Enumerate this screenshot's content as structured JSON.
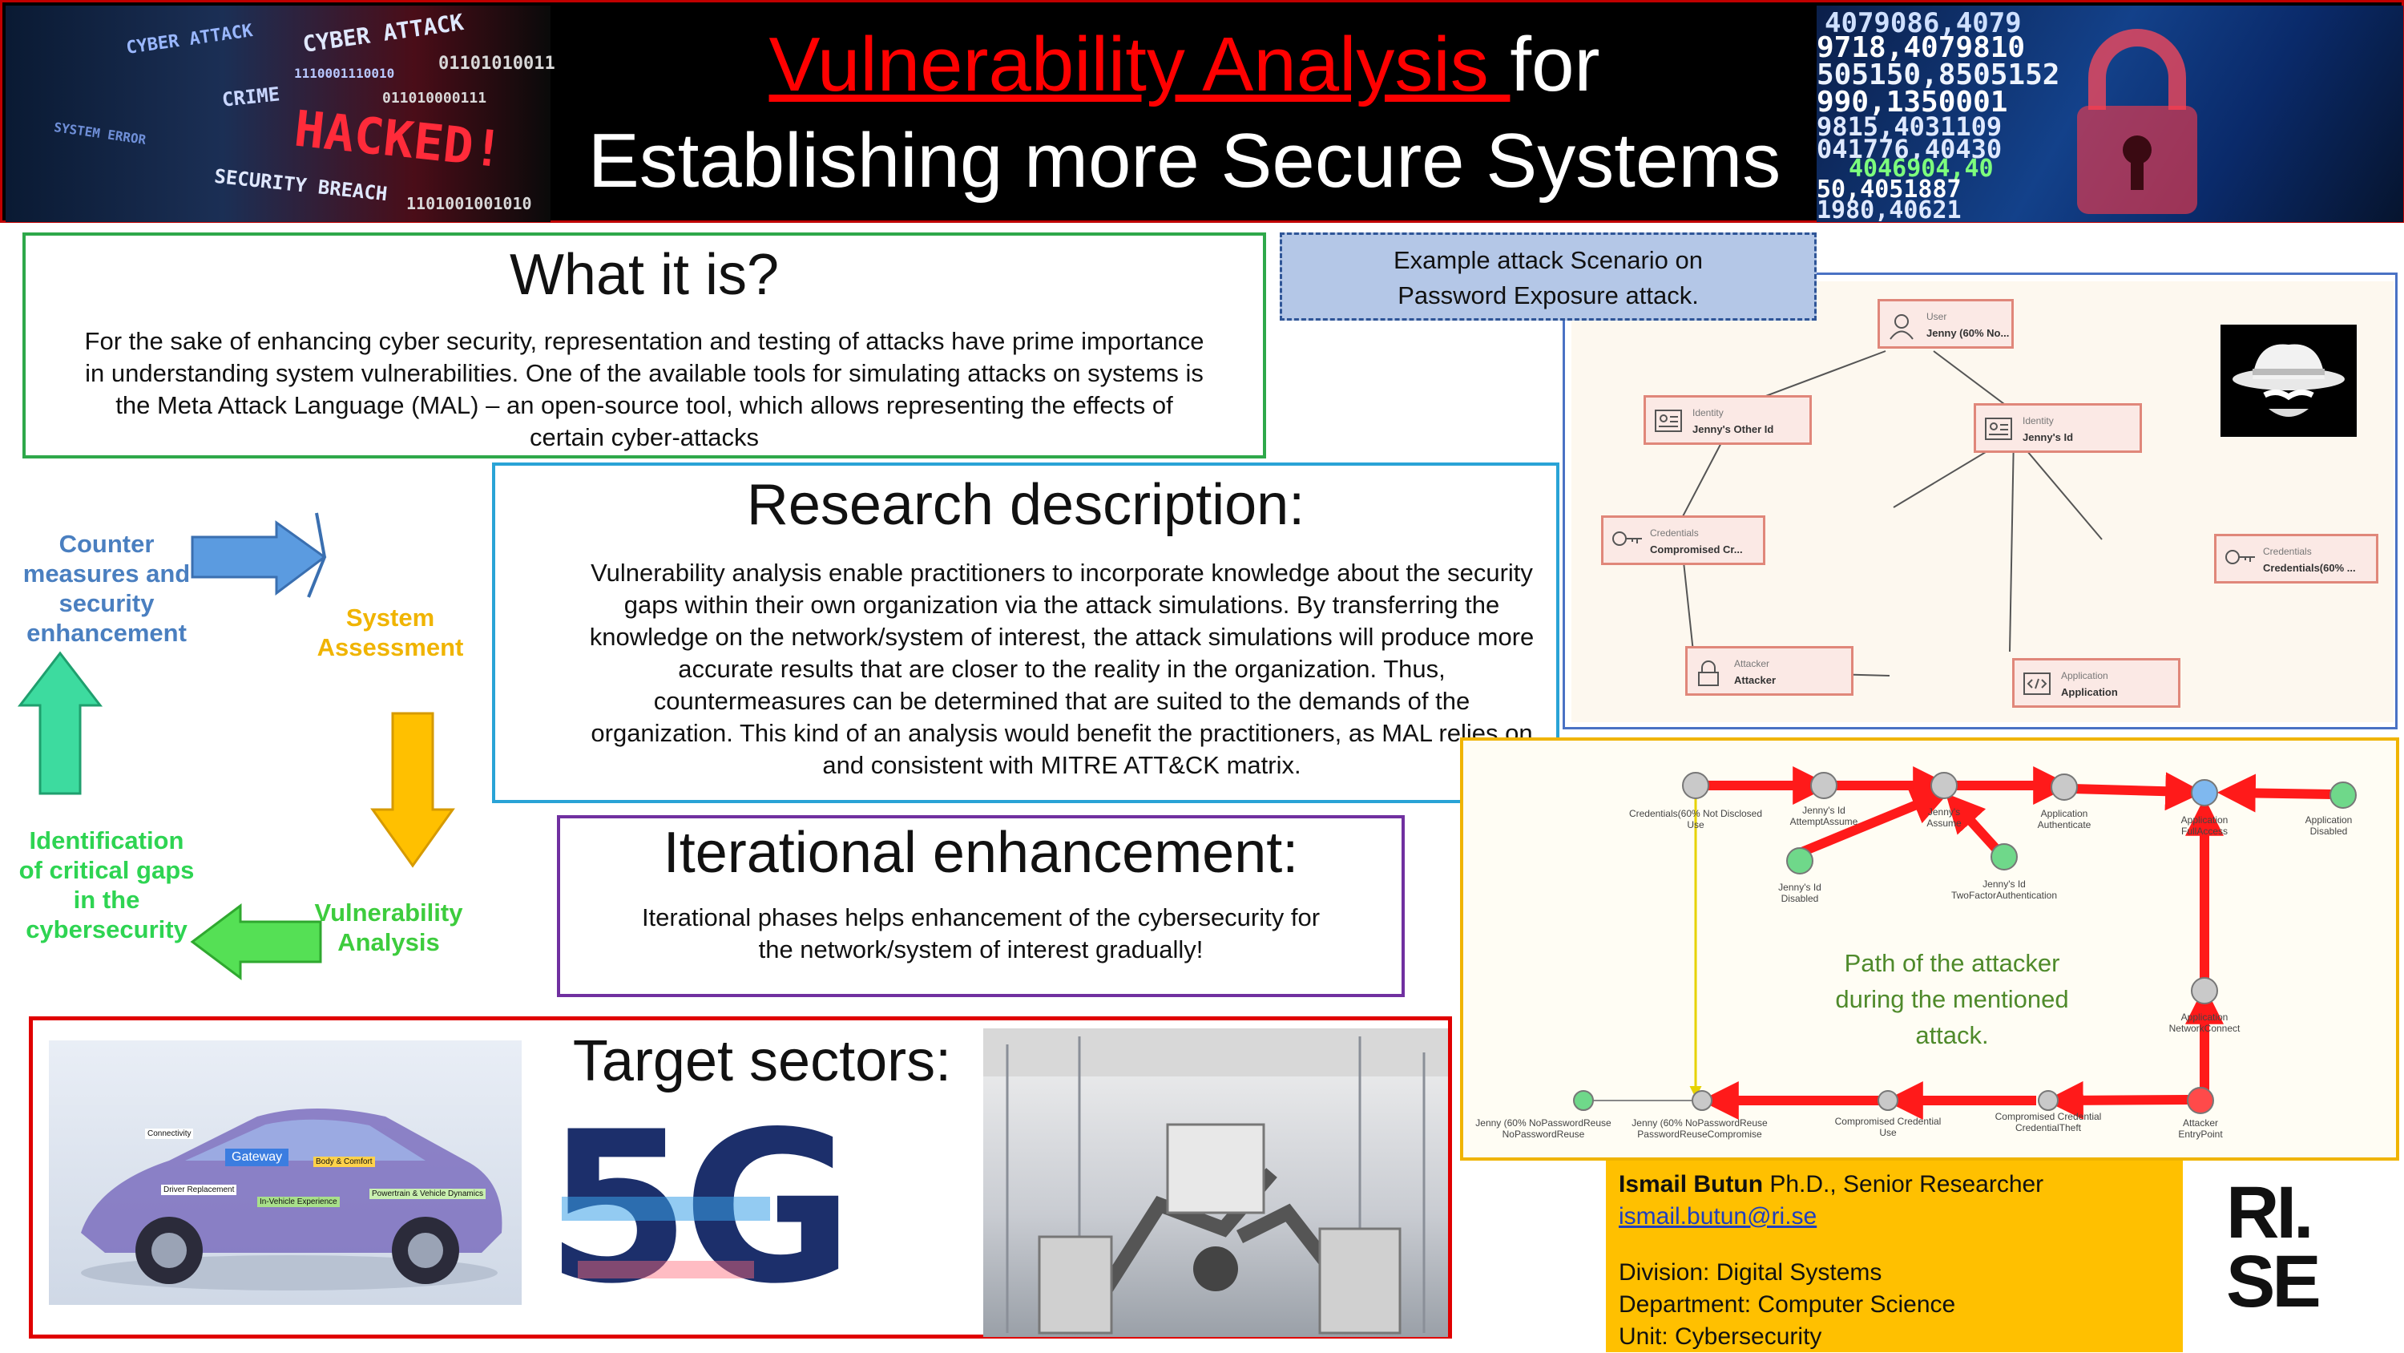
{
  "header": {
    "title_red": "Vulnerability Analysis ",
    "title_rest_line1": "for",
    "title_line2": "Establishing more Secure Systems",
    "left_image_words": [
      "CYBER ATTACK",
      "CYBER ATTACK",
      "CRIME",
      "HACKED!",
      "SECURITY BREACH",
      "SYSTEM ERROR",
      "01101010011",
      "1110001110010",
      "011010000111",
      "1101001001010"
    ],
    "right_image_numbers": [
      "4079086,4079",
      "9718,4079810",
      "505150,8505152",
      "990,1350001",
      "9815,4031109",
      "041776,40430",
      "4046904,40",
      "50,4051887",
      "1980,40621"
    ]
  },
  "what": {
    "title": "What it is?",
    "text": "For the sake of enhancing cyber security, representation and testing of attacks have prime importance in understanding system vulnerabilities. One of the available tools for simulating attacks on systems is the Meta Attack Language (MAL) – an open-source tool, which allows representing the effects of certain cyber-attacks"
  },
  "research": {
    "title": "Research description:",
    "text": "Vulnerability analysis enable practitioners to incorporate knowledge about the security gaps within their own organization via the attack simulations. By transferring the knowledge on the network/system  of interest, the attack simulations will produce more accurate results that are closer to the reality in the organization. Thus, countermeasures can be determined that are suited to the demands of the organization. This kind of an analysis would benefit the practitioners, as MAL relies on and consistent with MITRE ATT&CK matrix."
  },
  "iterational": {
    "title": "Iterational enhancement:",
    "text": "Iterational phases helps enhancement of the cybersecurity for the network/system of interest gradually!"
  },
  "cycle": {
    "counter": "Counter measures and security enhancement",
    "system": "System Assessment",
    "vuln": "Vulnerability Analysis",
    "ident": "Identification of critical gaps in the cybersecurity"
  },
  "target": {
    "title": "Target sectors:",
    "car_labels": [
      "Connectivity",
      "Gateway",
      "Body & Comfort",
      "Driver Replacement",
      "In-Vehicle Experience",
      "Powertrain & Vehicle Dynamics"
    ],
    "fiveg": "5G"
  },
  "scenario": {
    "label": "Example attack Scenario on Password Exposure attack.",
    "nodes": {
      "user": {
        "type": "User",
        "name": "Jenny (60% No..."
      },
      "id_other": {
        "type": "Identity",
        "name": "Jenny's Other Id"
      },
      "id_jenny": {
        "type": "Identity",
        "name": "Jenny's Id"
      },
      "cred_comp": {
        "type": "Credentials",
        "name": "Compromised Cr..."
      },
      "cred_60": {
        "type": "Credentials",
        "name": "Credentials(60% ..."
      },
      "attacker": {
        "type": "Attacker",
        "name": "Attacker"
      },
      "app": {
        "type": "Application",
        "name": "Application"
      }
    }
  },
  "path": {
    "caption": "Path of the attacker during the mentioned attack.",
    "labels": {
      "cred_use": "Credentials(60% Not Disclosed\nUse",
      "attempt": "Jenny's Id\nAttemptAssume",
      "assume": "Jenny's\nAssume",
      "app_auth": "Application\nAuthenticate",
      "app_full": "Application\nFullAccess",
      "app_dis": "Application\nDisabled",
      "id_dis": "Jenny's Id\nDisabled",
      "two_fa": "Jenny's Id\nTwoFactorAuthentication",
      "net_conn": "Application\nNetworkConnect",
      "no_reuse": "Jenny (60% NoPasswordReuse\nNoPasswordReuse",
      "reuse_comp": "Jenny (60% NoPasswordReuse\nPasswordReuseCompromise",
      "comp_use": "Compromised Credential\nUse",
      "comp_theft": "Compromised Credential\nCredentialTheft",
      "attacker_entry": "Attacker\nEntryPoint"
    }
  },
  "info": {
    "name": "Ismail Butun",
    "title": " Ph.D., Senior Researcher",
    "email": "ismail.butun@ri.se",
    "division": "Division: Digital Systems",
    "department": "Department: Computer Science",
    "unit": "Unit: Cybersecurity"
  },
  "logo": {
    "line1": "RI.",
    "line2": "SE"
  },
  "colors": {
    "title_red": "#ff0000",
    "what_border": "#2ea84a",
    "research_border": "#29a3d6",
    "iter_border": "#7030a0",
    "target_border": "#e00000",
    "cycle_blue": "#4a86c8",
    "cycle_yellow": "#f0b400",
    "cycle_green": "#3dcc3d",
    "cycle_teal": "#2ecc9a",
    "info_bg": "#ffc000",
    "path_red": "#ff1a1a"
  }
}
